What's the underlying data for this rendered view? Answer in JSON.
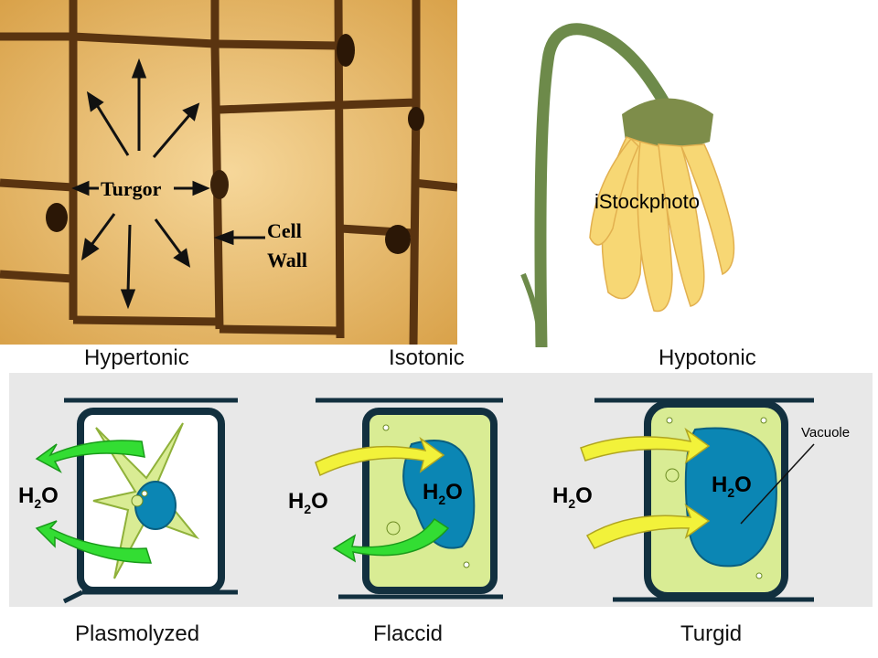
{
  "micrograph": {
    "turgor_label": "Turgor",
    "cell_wall_label_line1": "Cell",
    "cell_wall_label_line2": "Wall"
  },
  "flower": {
    "watermark": "iStockphoto"
  },
  "top_labels": {
    "hypertonic": "Hypertonic",
    "isotonic": "Isotonic",
    "hypotonic": "Hypotonic"
  },
  "cells": [
    {
      "state": "Plasmolyzed",
      "water": "H",
      "water_sub": "2",
      "water_end": "O"
    },
    {
      "state": "Flaccid",
      "water": "H",
      "water_sub": "2",
      "water_end": "O",
      "inner_water": "H",
      "inner_sub": "2",
      "inner_end": "O"
    },
    {
      "state": "Turgid",
      "water": "H",
      "water_sub": "2",
      "water_end": "O",
      "inner_water": "H",
      "inner_sub": "2",
      "inner_end": "O",
      "vacuole_label": "Vacuole"
    }
  ],
  "colors": {
    "cell_wall": "#12303f",
    "cytoplasm": "#d9ec94",
    "vacuole": "#0b86b4",
    "arrow_out": "#33dd33",
    "arrow_in": "#f2f23a",
    "micrograph_bg": "#e8b860",
    "petal": "#f7d774"
  }
}
